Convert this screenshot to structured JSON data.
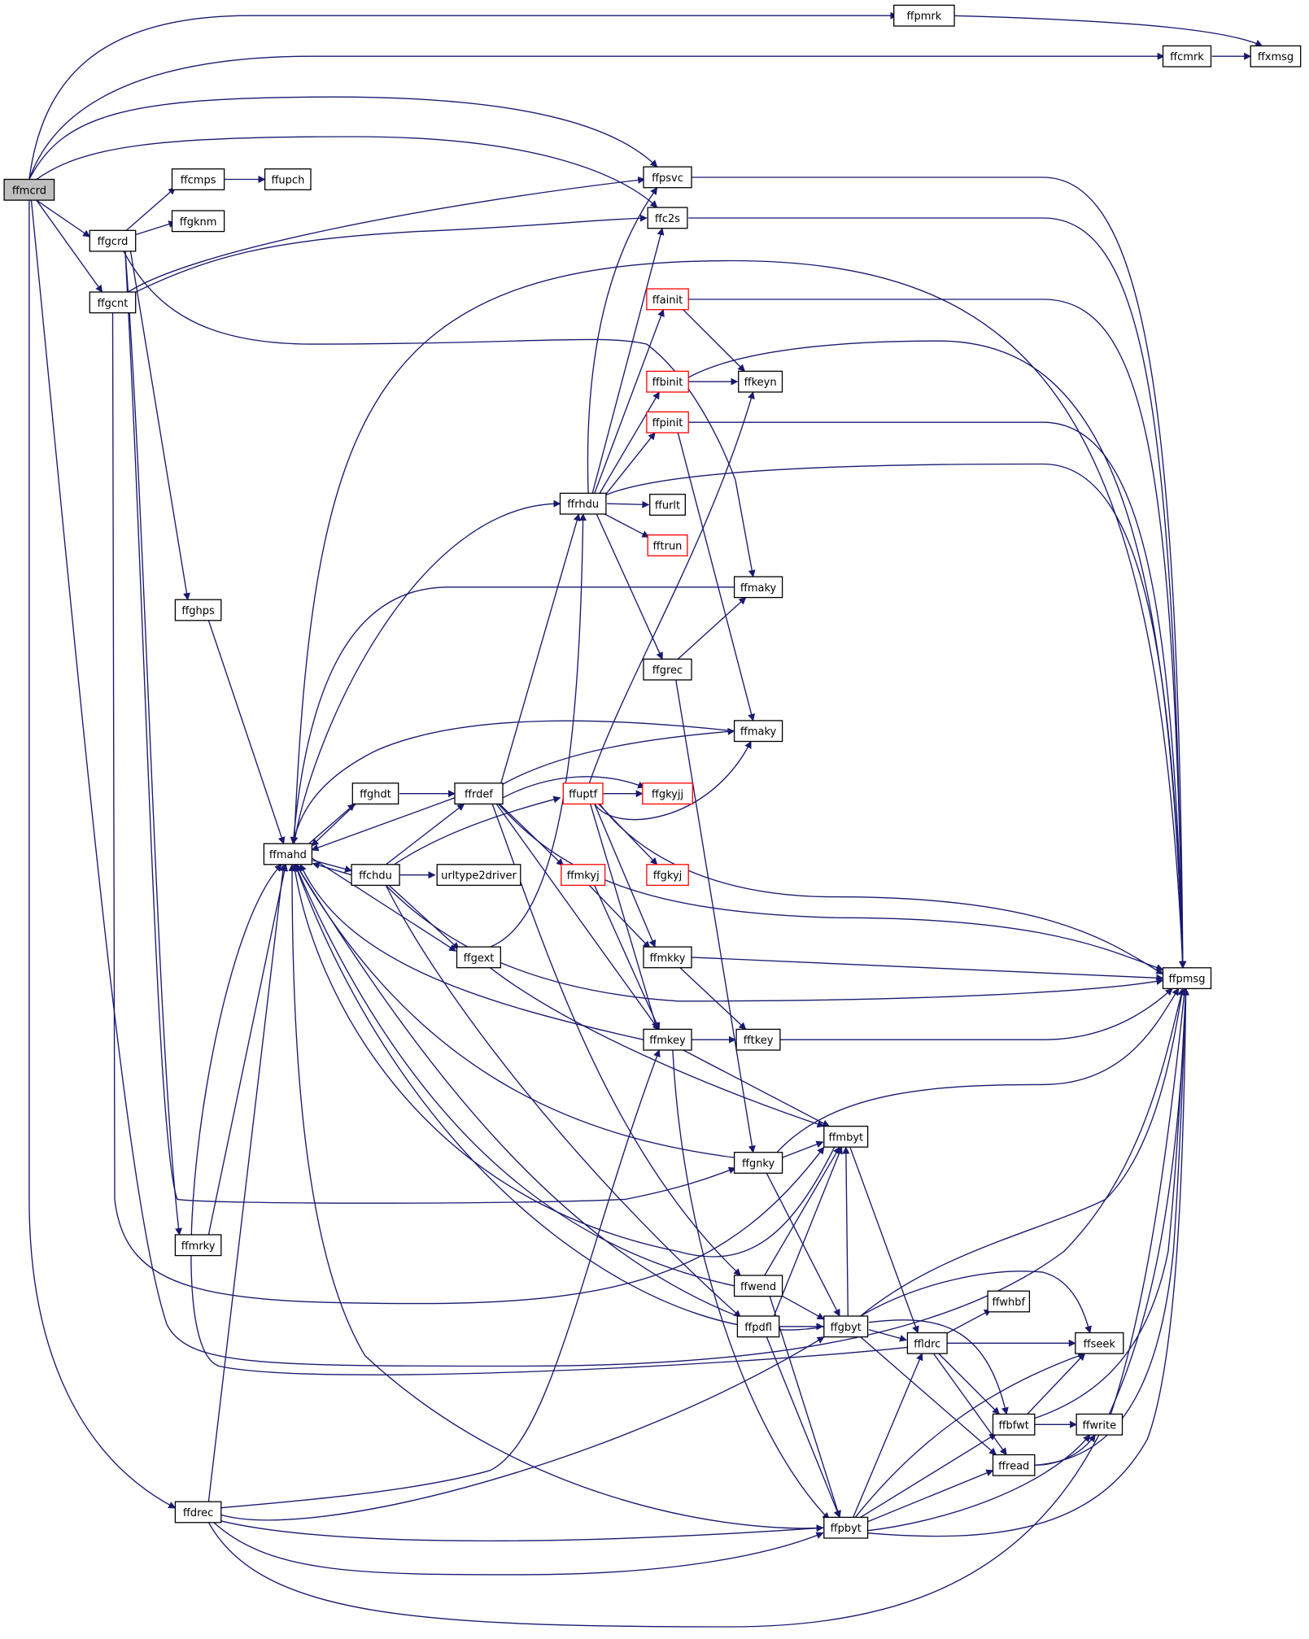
{
  "diagram": {
    "edge_color": "#191970",
    "nodes": [
      {
        "id": "ffmcrd",
        "label": "ffmcrd",
        "style": "root"
      },
      {
        "id": "ffpmrk",
        "label": "ffpmrk"
      },
      {
        "id": "ffcmrk",
        "label": "ffcmrk"
      },
      {
        "id": "ffxmsg",
        "label": "ffxmsg"
      },
      {
        "id": "ffcmps",
        "label": "ffcmps"
      },
      {
        "id": "ffupch",
        "label": "ffupch"
      },
      {
        "id": "ffgknm",
        "label": "ffgknm"
      },
      {
        "id": "ffgcrd",
        "label": "ffgcrd"
      },
      {
        "id": "ffgcnt",
        "label": "ffgcnt"
      },
      {
        "id": "ffpsvc",
        "label": "ffpsvc"
      },
      {
        "id": "ffc2s",
        "label": "ffc2s"
      },
      {
        "id": "ffainit",
        "label": "ffainit",
        "style": "red"
      },
      {
        "id": "ffkeyn",
        "label": "ffkeyn"
      },
      {
        "id": "ffbinit",
        "label": "ffbinit",
        "style": "red"
      },
      {
        "id": "ffpinit",
        "label": "ffpinit",
        "style": "red"
      },
      {
        "id": "ffrhdu",
        "label": "ffrhdu"
      },
      {
        "id": "ffurlt",
        "label": "ffurlt"
      },
      {
        "id": "fftrun",
        "label": "fftrun",
        "style": "red"
      },
      {
        "id": "ffmaky1",
        "label": "ffmaky"
      },
      {
        "id": "ffgrec",
        "label": "ffgrec"
      },
      {
        "id": "ffghps",
        "label": "ffghps"
      },
      {
        "id": "ffmaky2",
        "label": "ffmaky"
      },
      {
        "id": "ffghdt",
        "label": "ffghdt"
      },
      {
        "id": "ffrdef",
        "label": "ffrdef"
      },
      {
        "id": "ffuptf",
        "label": "ffuptf",
        "style": "red"
      },
      {
        "id": "ffgkyjj",
        "label": "ffgkyjj",
        "style": "red"
      },
      {
        "id": "ffmahd",
        "label": "ffmahd"
      },
      {
        "id": "ffchdu",
        "label": "ffchdu"
      },
      {
        "id": "urltype2driver",
        "label": "urltype2driver"
      },
      {
        "id": "ffmkyj",
        "label": "ffmkyj",
        "style": "red"
      },
      {
        "id": "ffgkyj",
        "label": "ffgkyj",
        "style": "red"
      },
      {
        "id": "ffgext",
        "label": "ffgext"
      },
      {
        "id": "ffmkky",
        "label": "ffmkky"
      },
      {
        "id": "ffpmsg",
        "label": "ffpmsg"
      },
      {
        "id": "ffmkey",
        "label": "ffmkey"
      },
      {
        "id": "fftkey",
        "label": "fftkey"
      },
      {
        "id": "ffmbyt",
        "label": "ffmbyt"
      },
      {
        "id": "ffgnky",
        "label": "ffgnky"
      },
      {
        "id": "ffmrky",
        "label": "ffmrky"
      },
      {
        "id": "ffwend",
        "label": "ffwend"
      },
      {
        "id": "ffwhbf",
        "label": "ffwhbf"
      },
      {
        "id": "ffpdfl",
        "label": "ffpdfl"
      },
      {
        "id": "ffgbyt",
        "label": "ffgbyt"
      },
      {
        "id": "ffldrc",
        "label": "ffldrc"
      },
      {
        "id": "ffseek",
        "label": "ffseek"
      },
      {
        "id": "ffbfwt",
        "label": "ffbfwt"
      },
      {
        "id": "ffwrite",
        "label": "ffwrite"
      },
      {
        "id": "ffread",
        "label": "ffread"
      },
      {
        "id": "ffdrec",
        "label": "ffdrec"
      },
      {
        "id": "ffpbyt",
        "label": "ffpbyt"
      }
    ]
  }
}
